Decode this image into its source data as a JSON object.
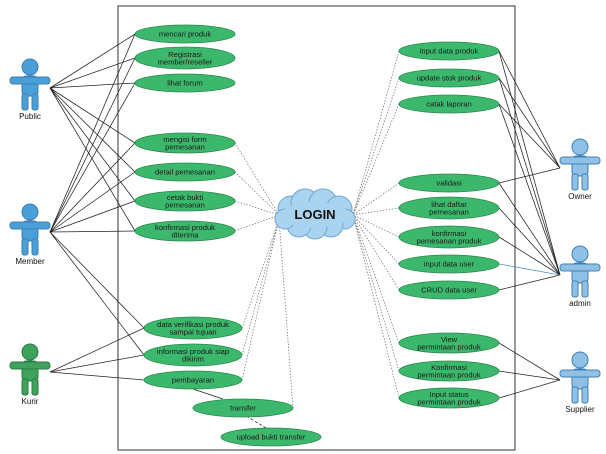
{
  "actors": [
    {
      "id": "public",
      "label": "Public",
      "color": "#4a9fd8"
    },
    {
      "id": "member",
      "label": "Member",
      "color": "#4a9fd8"
    },
    {
      "id": "kurir",
      "label": "Kurir",
      "color": "#3ea25a"
    },
    {
      "id": "owner",
      "label": "Owner",
      "color": "#8fc0e6"
    },
    {
      "id": "admin",
      "label": "admin",
      "color": "#8fc0e6"
    },
    {
      "id": "supplier",
      "label": "Supplier",
      "color": "#8fc0e6"
    }
  ],
  "center": {
    "label": "LOGIN"
  },
  "use_cases": [
    {
      "id": "uc1",
      "lines": [
        "mencari produk"
      ]
    },
    {
      "id": "uc2",
      "lines": [
        "Registrasi",
        "member/reseller"
      ]
    },
    {
      "id": "uc3",
      "lines": [
        "lihat forum"
      ]
    },
    {
      "id": "uc4",
      "lines": [
        "mengisi form",
        "pemesanan"
      ]
    },
    {
      "id": "uc5",
      "lines": [
        "detail pemesanan"
      ]
    },
    {
      "id": "uc6",
      "lines": [
        "cetak bukti",
        "pemesanan"
      ]
    },
    {
      "id": "uc7",
      "lines": [
        "konfirmasi produk",
        "diterima"
      ]
    },
    {
      "id": "uc8",
      "lines": [
        "data verifikasi produk",
        "sampai tujuan"
      ]
    },
    {
      "id": "uc9",
      "lines": [
        "informasi produk siap",
        "dikirim"
      ]
    },
    {
      "id": "uc10",
      "lines": [
        "pembayaran"
      ]
    },
    {
      "id": "uc11",
      "lines": [
        "transfer"
      ]
    },
    {
      "id": "uc12",
      "lines": [
        "upload bukti transfer"
      ]
    },
    {
      "id": "uc13",
      "lines": [
        "input data produk"
      ]
    },
    {
      "id": "uc14",
      "lines": [
        "update stok produk"
      ]
    },
    {
      "id": "uc15",
      "lines": [
        "catak laporan"
      ]
    },
    {
      "id": "uc16",
      "lines": [
        "validasi"
      ]
    },
    {
      "id": "uc17",
      "lines": [
        "lihat daftar",
        "pemesanan"
      ]
    },
    {
      "id": "uc18",
      "lines": [
        "konfirmasi",
        "pemesanan produk"
      ]
    },
    {
      "id": "uc19",
      "lines": [
        "input data user"
      ]
    },
    {
      "id": "uc20",
      "lines": [
        "CRUD data user"
      ]
    },
    {
      "id": "uc21",
      "lines": [
        "View",
        "permintaan produk"
      ]
    },
    {
      "id": "uc22",
      "lines": [
        "Konfirmasi",
        "permintaan produk"
      ]
    },
    {
      "id": "uc23",
      "lines": [
        "Input status",
        "permintaan produk"
      ]
    }
  ],
  "colors": {
    "usecase_fill": "#3cb86c",
    "usecase_stroke": "#2a8a4e",
    "cloud_fill": "#a9d3ee",
    "cloud_stroke": "#6aa9d3",
    "line": "#222222",
    "dotted": "#666666",
    "user_link": "#4d8fc7"
  }
}
